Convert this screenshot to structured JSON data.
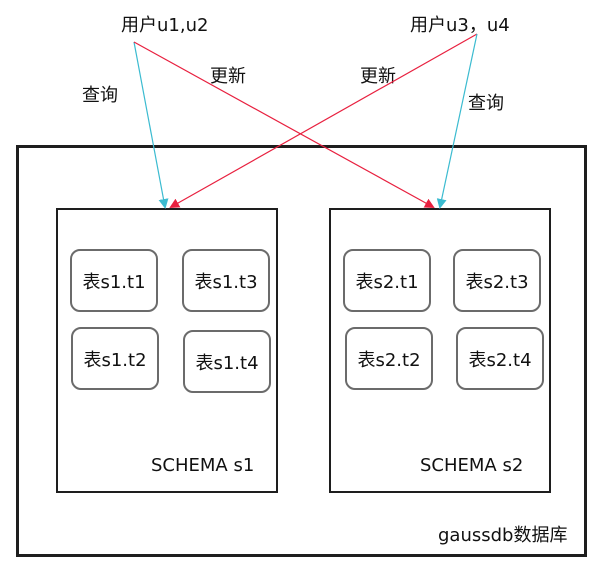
{
  "users": {
    "group1": "用户u1,u2",
    "group2": "用户u3，u4"
  },
  "edges": {
    "query_left": "查询",
    "update_left": "更新",
    "update_right": "更新",
    "query_right": "查询"
  },
  "colors": {
    "query": "#3bbbd0",
    "update": "#e8203f",
    "border": "#1e1e1e",
    "table_border": "#6b6b6b"
  },
  "database": {
    "label": "gaussdb数据库"
  },
  "schemas": [
    {
      "label": "SCHEMA s1",
      "tables": [
        "表s1.t1",
        "表s1.t3",
        "表s1.t2",
        "表s1.t4"
      ]
    },
    {
      "label": "SCHEMA s2",
      "tables": [
        "表s2.t1",
        "表s2.t3",
        "表s2.t2",
        "表s2.t4"
      ]
    }
  ]
}
